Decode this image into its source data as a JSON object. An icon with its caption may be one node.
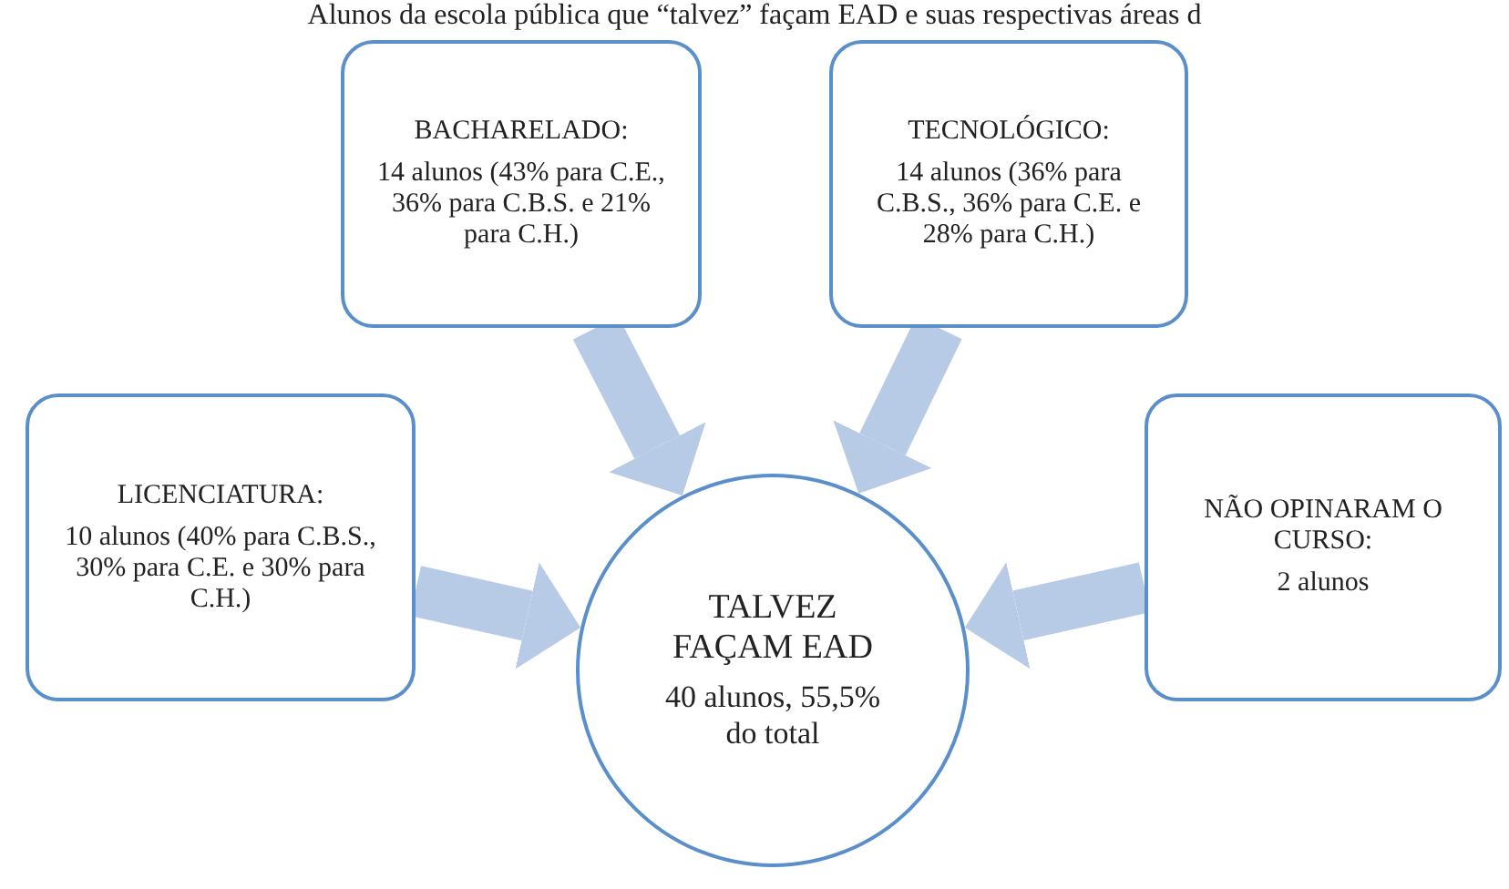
{
  "diagram": {
    "title": "Alunos da escola pública que “talvez” façam EAD e suas respectivas áreas d",
    "nodes": [
      {
        "text": [
          "BACHARELADO:",
          "14 alunos (43% para C.E., 36% para C.B.S. e 21% para C.H.)"
        ]
      },
      {
        "text": [
          "TECNOLÓGICO:",
          "14 alunos (36% para C.B.S., 36% para C.E. e 28% para C.H.)"
        ]
      },
      {
        "text": [
          "LICENCIATURA:",
          "10 alunos (40% para C.B.S., 30% para C.E. e 30% para C.H.)"
        ]
      },
      {
        "text": [
          "TALVEZ FAÇAM EAD",
          "40 alunos, 55,5% do total"
        ]
      },
      {
        "text": [
          "NÃO OPINARAM O CURSO:",
          "2 alunos"
        ]
      }
    ],
    "edges": [
      {
        "from": 0,
        "to": 3,
        "arrow": "to"
      },
      {
        "from": 1,
        "to": 3,
        "arrow": "to"
      },
      {
        "from": 2,
        "to": 3,
        "arrow": "to"
      },
      {
        "from": 4,
        "to": 3,
        "arrow": "to"
      }
    ]
  }
}
